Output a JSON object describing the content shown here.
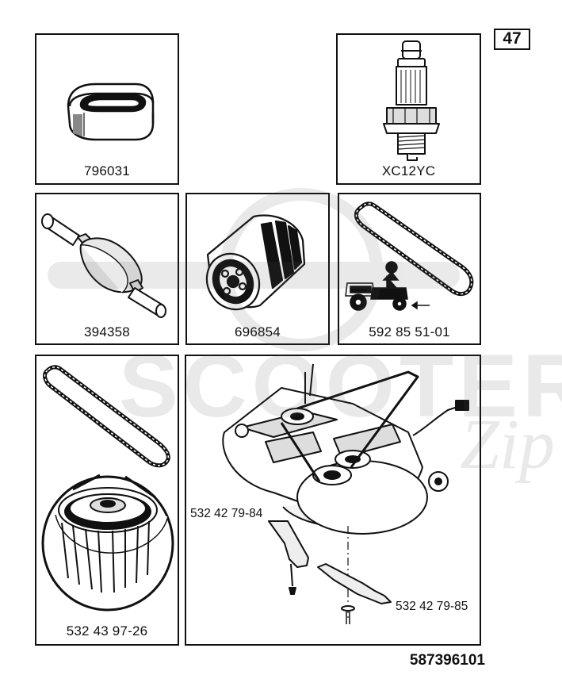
{
  "page_number": "47",
  "document_number": "587396101",
  "parts": [
    {
      "number": "796031",
      "icon": "oval-sleeve-icon"
    },
    {
      "number": "XC12YC",
      "icon": "spark-plug-icon"
    },
    {
      "number": "394358",
      "icon": "fuel-filter-icon"
    },
    {
      "number": "696854",
      "icon": "oil-filter-icon"
    },
    {
      "number": "592 85 51-01",
      "icon": "drive-belt-tractor-icon"
    },
    {
      "number": "532 43 97-26",
      "icon": "belt-pulley-icon"
    }
  ],
  "deck_panel": {
    "icon": "mower-deck-icon",
    "blade_left": "532 42 79-84",
    "blade_right": "532 42 79-85"
  },
  "watermark": {
    "text": "SCOOTER",
    "icon": "scooter-watermark-logo"
  }
}
